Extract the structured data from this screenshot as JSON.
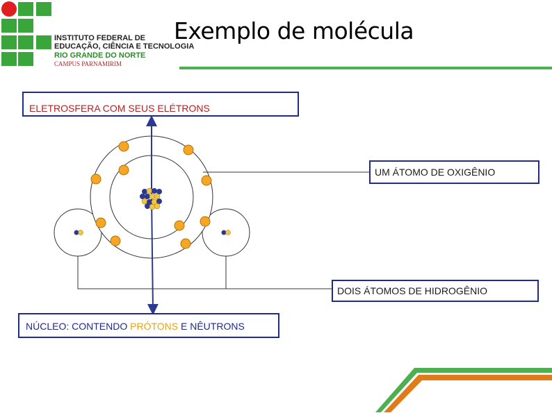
{
  "header": {
    "title": "Exemplo de molécula",
    "institution_lines": [
      "INSTITUTO FEDERAL DE",
      "EDUCAÇÃO, CIÊNCIA E TECNOLOGIA",
      "RIO GRANDE DO NORTE",
      "CAMPUS PARNAMIRIM"
    ]
  },
  "labels": {
    "eletrosfera": "ELETROSFERA COM SEUS ELÉTRONS",
    "oxigenio": "UM ÁTOMO DE OXIGÊNIO",
    "hidrogenio": "DOIS ÁTOMOS DE HIDROGÊNIO",
    "nucleo_prefix": "NÚCLEO: CONTENDO ",
    "nucleo_protons": "PRÓTONS",
    "nucleo_mid": " E ",
    "nucleo_neutrons": "NÊUTRONS"
  },
  "colors": {
    "logo_green": "#3aa53a",
    "logo_red": "#e02020",
    "electron": "#f5a623",
    "neutron": "#2b3990",
    "proton": "#f5c542",
    "box_border": "#1f2a8a",
    "arrow": "#2b3990",
    "accent_green": "#4caf50",
    "accent_orange": "#e07b1c"
  }
}
